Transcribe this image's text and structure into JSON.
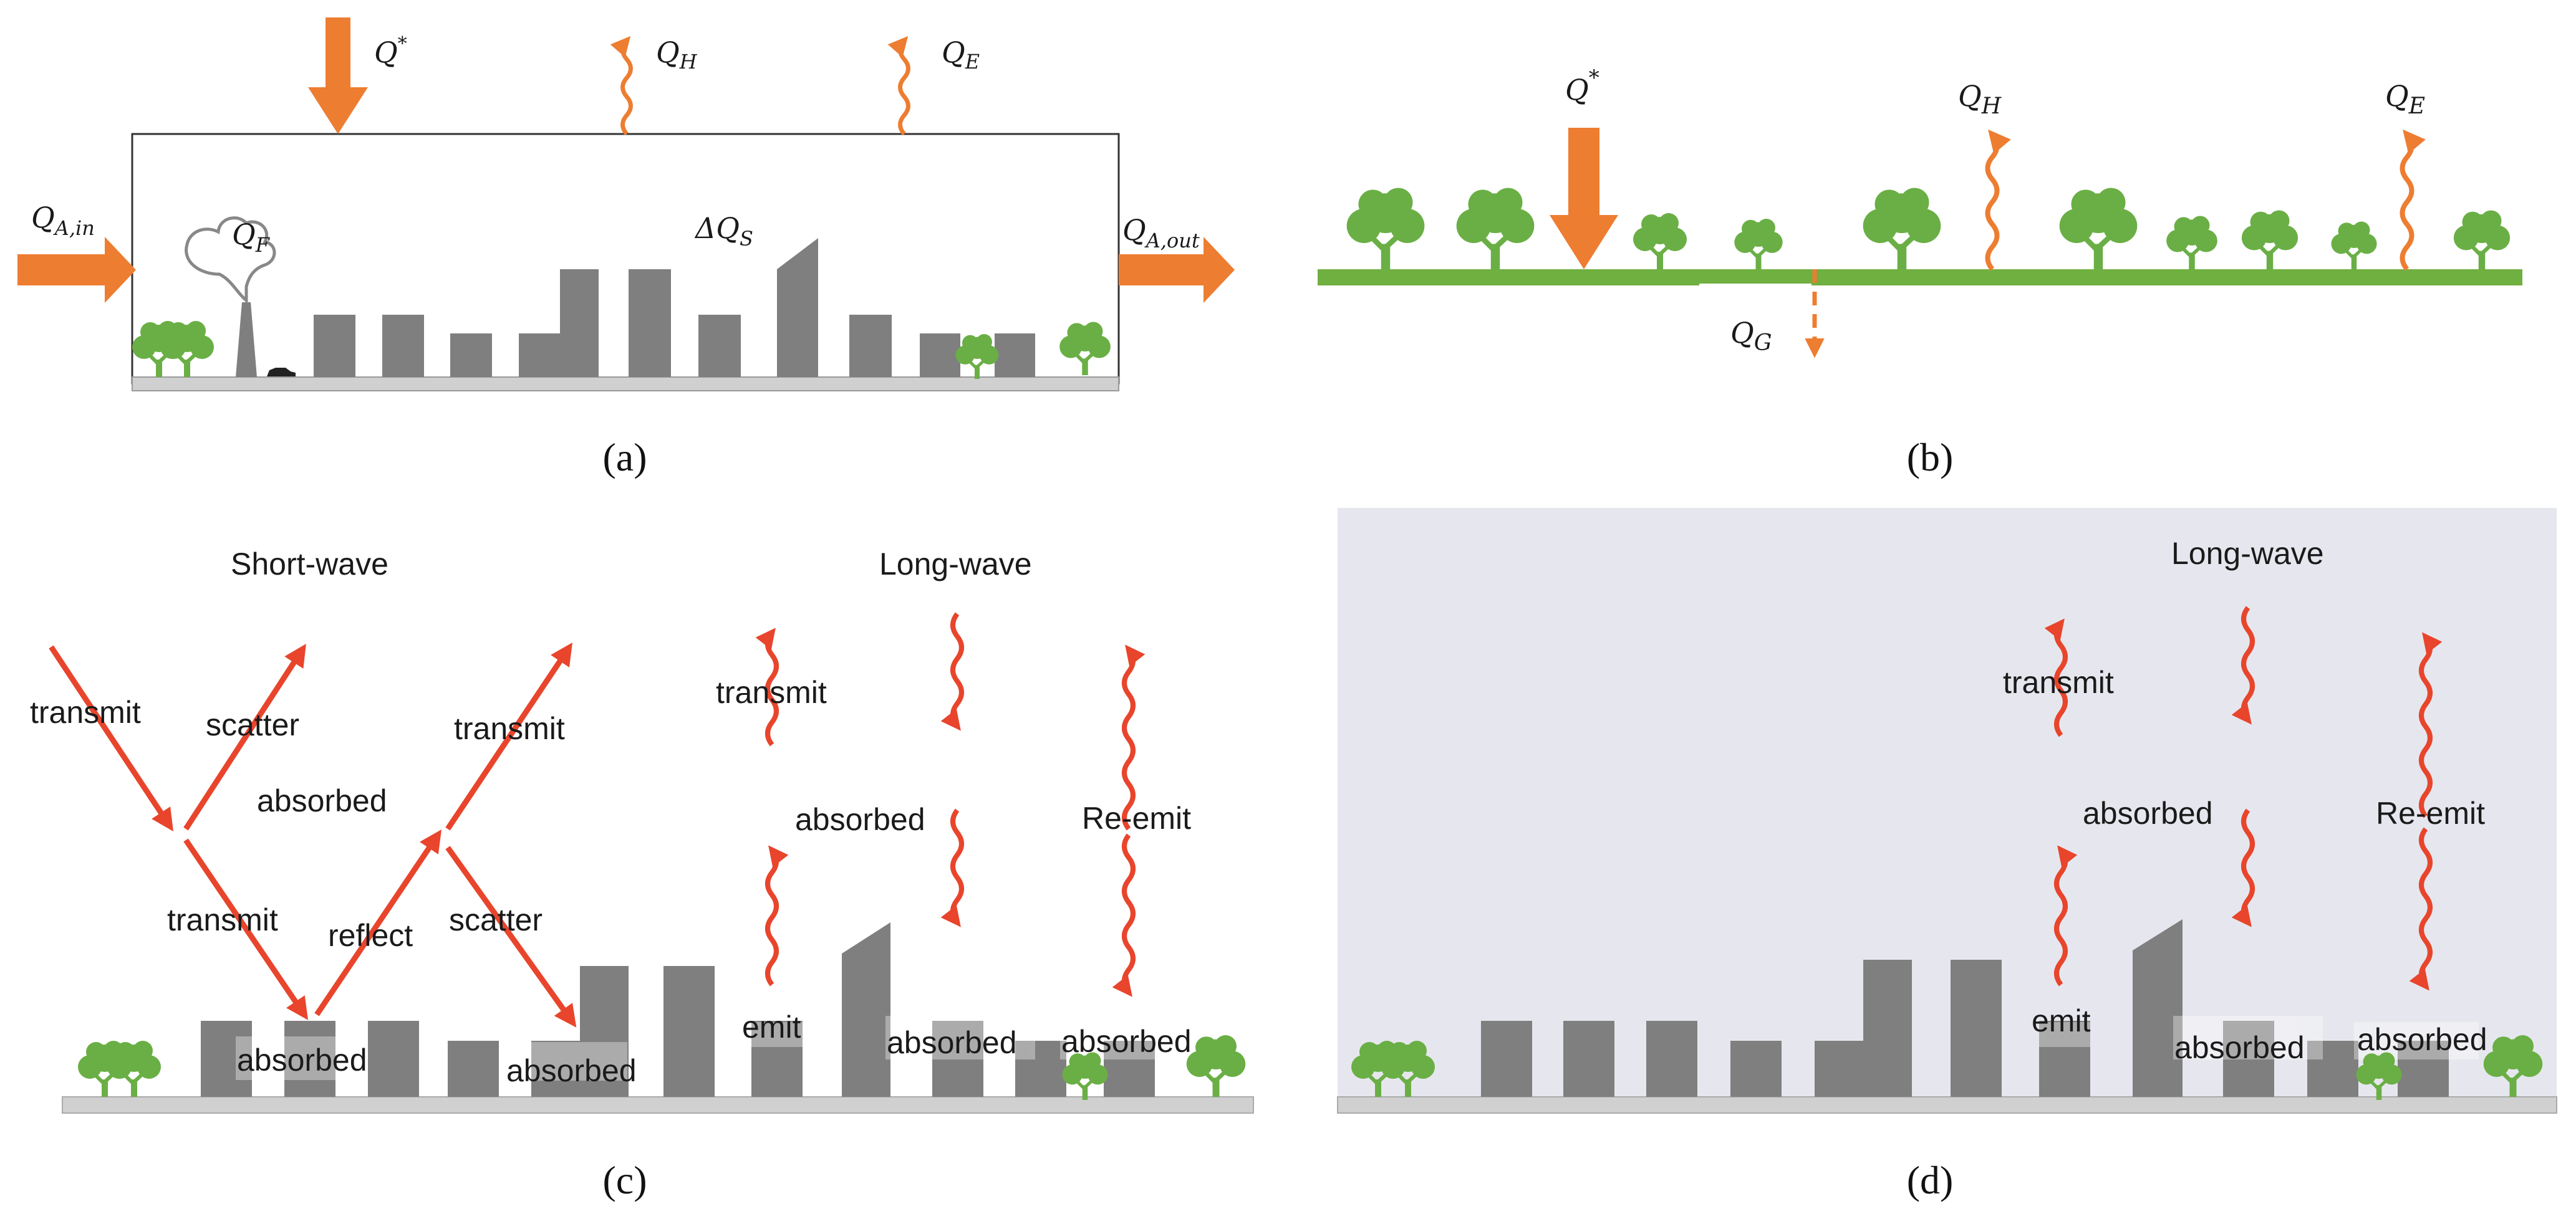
{
  "colors": {
    "orange": "#ED7D31",
    "red": "#E8452C",
    "building": "#7F7F80",
    "tree": "#6AAF45",
    "ground": "#6FB040",
    "base": "#D0D0D0",
    "panel_d_bg": "#E6E7EE",
    "stroke": "#333333"
  },
  "panels": {
    "a": "(a)",
    "b": "(b)",
    "c": "(c)",
    "d": "(d)"
  },
  "fluxes": {
    "q_star_base": "Q",
    "q_star_sup": "*",
    "q_h_base": "Q",
    "q_h_sub": "H",
    "q_e_base": "Q",
    "q_e_sub": "E",
    "q_f_base": "Q",
    "q_f_sub": "F",
    "q_a_in_base": "Q",
    "q_a_in_sub": "A,in",
    "q_a_out_base": "Q",
    "q_a_out_sub": "A,out",
    "delta_q_s_base": "ΔQ",
    "delta_q_s_sub": "S",
    "q_g_base": "Q",
    "q_g_sub": "G"
  },
  "panel_c": {
    "short_wave": "Short-wave",
    "long_wave": "Long-wave",
    "transmit_1": "transmit",
    "scatter_1": "scatter",
    "absorbed_mid": "absorbed",
    "transmit_2": "transmit",
    "transmit_3": "transmit",
    "reflect": "reflect",
    "scatter_2": "scatter",
    "transmit_lw": "transmit",
    "absorbed_lw": "absorbed",
    "re_emit": "Re-emit",
    "emit": "emit",
    "absorbed_b1": "absorbed",
    "absorbed_b2": "absorbed",
    "absorbed_b3": "absorbed",
    "absorbed_b4": "absorbed"
  },
  "panel_d": {
    "long_wave": "Long-wave",
    "transmit": "transmit",
    "absorbed_mid": "absorbed",
    "re_emit": "Re-emit",
    "emit": "emit",
    "absorbed_b1": "absorbed",
    "absorbed_b2": "absorbed"
  }
}
